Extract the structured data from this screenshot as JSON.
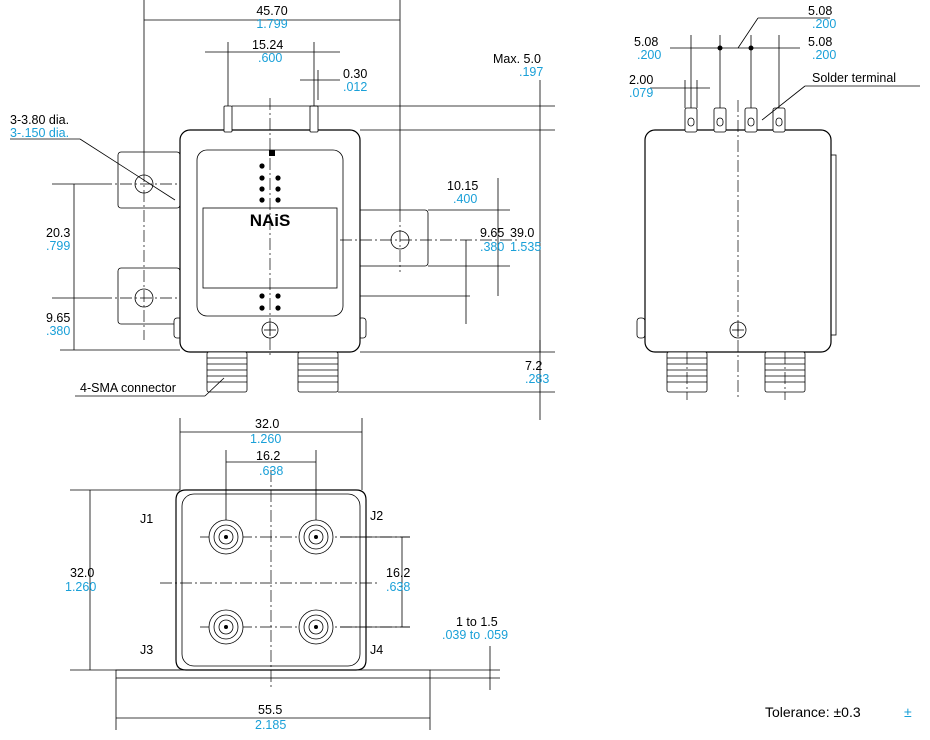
{
  "dimensions": {
    "overall_width": {
      "mm": "45.70",
      "in": "1.799"
    },
    "terminal_pitch_front": {
      "mm": "15.24",
      "in": ".600"
    },
    "terminal_thickness": {
      "mm": "0.30",
      "in": ".012"
    },
    "terminal_height": {
      "mm": "Max. 5.0",
      "in": ".197"
    },
    "mounting_hole": {
      "mm": "3-3.80 dia.",
      "in": "3-.150 dia."
    },
    "left_hole_spacing": {
      "mm": "20.3",
      "in": ".799"
    },
    "left_hole_offset": {
      "mm": "9.65",
      "in": ".380"
    },
    "right_ear_width": {
      "mm": "10.15",
      "in": ".400"
    },
    "right_hole_offset": {
      "mm": "9.65",
      "in": ".380"
    },
    "body_height": {
      "mm": "39.0",
      "in": "1.535"
    },
    "connector_length": {
      "mm": "7.2",
      "in": ".283"
    },
    "side_pitch_a": {
      "mm": "5.08",
      "in": ".200"
    },
    "side_pitch_b": {
      "mm": "5.08",
      "in": ".200"
    },
    "side_pitch_c": {
      "mm": "5.08",
      "in": ".200"
    },
    "terminal_width": {
      "mm": "2.00",
      "in": ".079"
    },
    "bottom_width": {
      "mm": "32.0",
      "in": "1.260"
    },
    "connector_pitch_h": {
      "mm": "16.2",
      "in": ".638"
    },
    "bottom_height": {
      "mm": "32.0",
      "in": "1.260"
    },
    "connector_pitch_v": {
      "mm": "16.2",
      "in": ".638"
    },
    "flange_thickness": {
      "mm": "1 to 1.5",
      "in": ".039 to .059"
    },
    "flange_width": {
      "mm": "55.5",
      "in": "2.185"
    }
  },
  "labels": {
    "solder_terminal": "Solder terminal",
    "sma_connector": "4-SMA connector",
    "logo": "NAiS",
    "j1": "J1",
    "j2": "J2",
    "j3": "J3",
    "j4": "J4",
    "tolerance": "Tolerance: ±0.3",
    "tolerance_in": "±"
  }
}
